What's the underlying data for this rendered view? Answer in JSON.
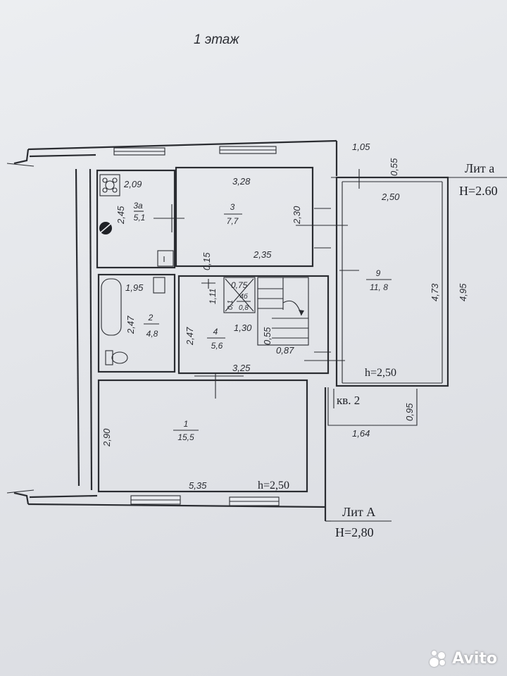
{
  "floor_title": "1 этаж",
  "lit_a_small": {
    "name": "Лит а",
    "height": "H=2.60"
  },
  "lit_a_big": {
    "name": "Лит А",
    "height": "H=2,80"
  },
  "apartment": "кв. 2",
  "rooms": [
    {
      "id": "room-3a",
      "number": "3а",
      "area": "5,1"
    },
    {
      "id": "room-3",
      "number": "3",
      "area": "7,7"
    },
    {
      "id": "room-2",
      "number": "2",
      "area": "4,8"
    },
    {
      "id": "room-4",
      "number": "4",
      "area": "5,6"
    },
    {
      "id": "room-4b",
      "number": "4б",
      "area": "0,8"
    },
    {
      "id": "room-1",
      "number": "1",
      "area": "15,5"
    },
    {
      "id": "room-9",
      "number": "9",
      "area": "11, 8"
    }
  ],
  "dimensions": {
    "d105": "1,05",
    "d055_top": "0,55",
    "d250": "2,50",
    "d209": "2,09",
    "d328": "3,28",
    "d245": "2,45",
    "d230": "2,30",
    "d015": "0,15",
    "d235": "2,35",
    "d195": "1,95",
    "d075": "0,75",
    "d111": "1,11",
    "d01": "0,1",
    "d247a": "2,47",
    "d247b": "2,47",
    "d130": "1,30",
    "d055_mid": "0,55",
    "d087": "0,87",
    "d325": "3,25",
    "d473": "4,73",
    "d495": "4,95",
    "d095": "0,95",
    "d164": "1,64",
    "d290": "2,90",
    "d535": "5,35"
  },
  "heights": {
    "h9": "h=2,50",
    "h1": "h=2,50"
  },
  "watermark": "Avito"
}
